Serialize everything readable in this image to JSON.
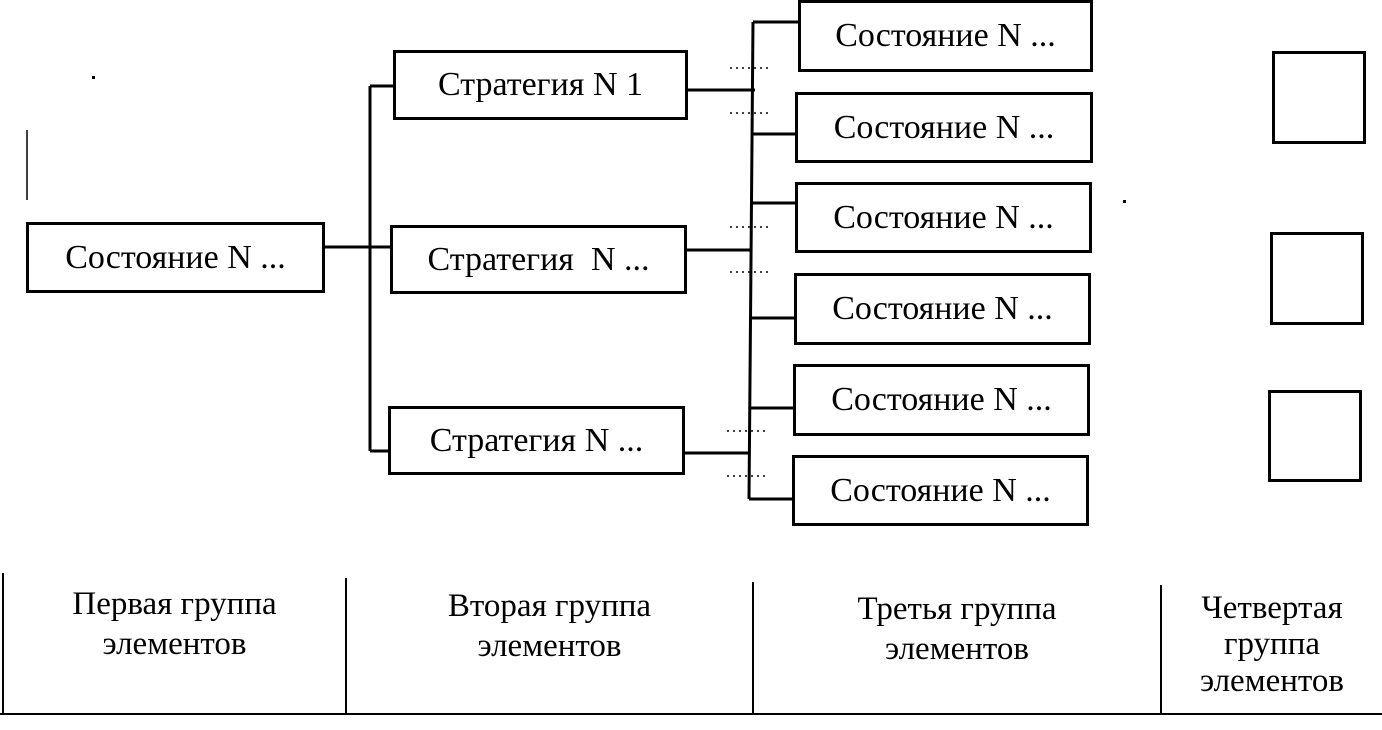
{
  "diagram": {
    "root_state": "Состояние N ...",
    "strategies": [
      "Стратегия N 1",
      "Стратегия  N ...",
      "Стратегия N ..."
    ],
    "states": [
      "Состояние N ...",
      "Состояние N ...",
      "Состояние N ...",
      "Состояние N ...",
      "Состояние N ...",
      "Состояние N ..."
    ]
  },
  "groups": [
    {
      "line1": "Первая группа",
      "line2": "элементов",
      "line3": ""
    },
    {
      "line1": "Вторая группа",
      "line2": "элементов",
      "line3": ""
    },
    {
      "line1": "Третья группа",
      "line2": "элементов",
      "line3": ""
    },
    {
      "line1": "Четвертая",
      "line2": "группа",
      "line3": "элементов"
    }
  ]
}
